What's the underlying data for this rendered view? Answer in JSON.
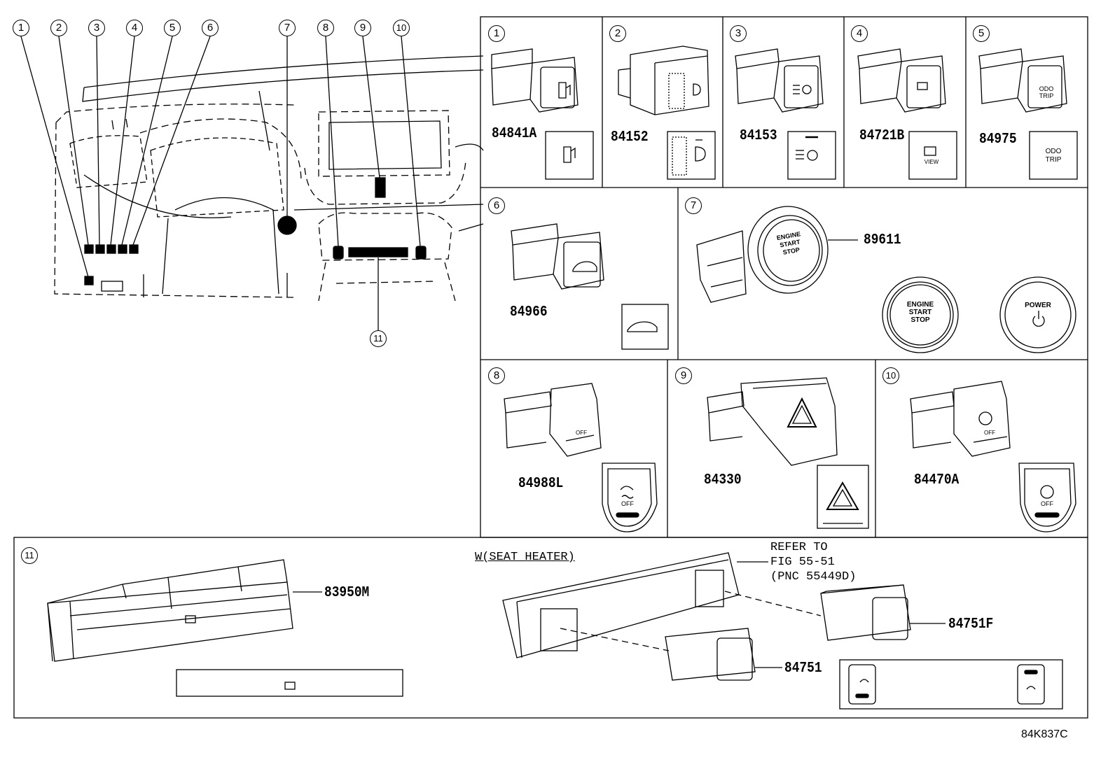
{
  "overview": {
    "callouts": [
      "1",
      "2",
      "3",
      "4",
      "5",
      "6",
      "7",
      "8",
      "9",
      "10",
      "11"
    ]
  },
  "panels": [
    {
      "index": "1",
      "part_no": "84841A"
    },
    {
      "index": "2",
      "part_no": "84152"
    },
    {
      "index": "3",
      "part_no": "84153"
    },
    {
      "index": "4",
      "part_no": "84721B",
      "icon_text": "VIEW"
    },
    {
      "index": "5",
      "part_no": "84975",
      "icon_text_1": "ODO",
      "icon_text_2": "TRIP"
    },
    {
      "index": "6",
      "part_no": "84966"
    },
    {
      "index": "7",
      "part_no": "89611",
      "knob_lines": [
        "ENGINE",
        "START",
        "STOP"
      ],
      "power_label": "POWER"
    },
    {
      "index": "8",
      "part_no": "84988L",
      "off_label": "OFF"
    },
    {
      "index": "9",
      "part_no": "84330"
    },
    {
      "index": "10",
      "part_no": "84470A",
      "off_label": "OFF"
    }
  ],
  "bottom": {
    "index": "11",
    "part_no_main": "83950M",
    "variant_label": "W(SEAT HEATER)",
    "refer_lines": [
      "REFER TO",
      "FIG 55-51",
      "(PNC 55449D)"
    ],
    "part_no_a": "84751F",
    "part_no_b": "84751"
  },
  "figure_code": "84K837C"
}
